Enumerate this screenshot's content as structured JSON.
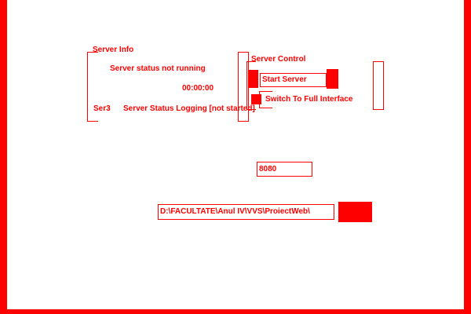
{
  "server_info": {
    "title": "Server Info",
    "status_label": "Server status not running",
    "time_value": "00:00:00",
    "log_label": "Server Status Logging [not started]",
    "left_prefix": "Ser3"
  },
  "server_control": {
    "title": "Server Control",
    "start_button": "Start Server",
    "switch_label": "Switch To Full Interface"
  },
  "port": {
    "value": "8080"
  },
  "path": {
    "value": "D:\\FACULTATE\\Anul IV\\VVS\\ProiectWeb\\"
  },
  "colors": {
    "accent": "#ff0000",
    "background": "#ffffff"
  }
}
